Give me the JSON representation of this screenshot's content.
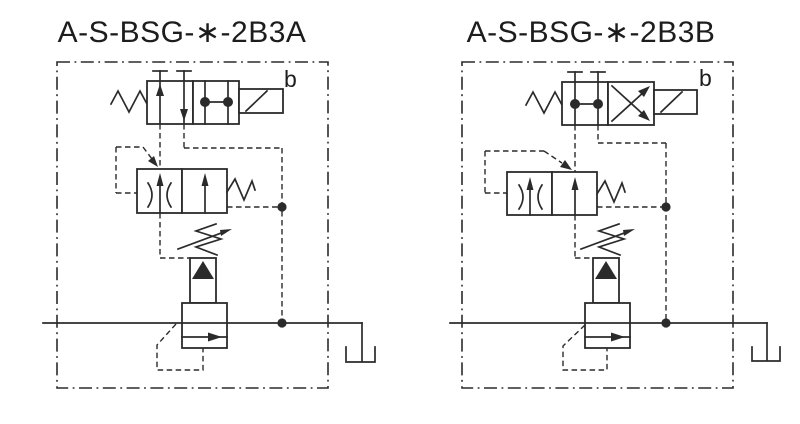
{
  "page": {
    "background": "#ffffff",
    "line_color": "#2b2b2b",
    "description_type": "hydraulic-circuit-schematic"
  },
  "diagrams": [
    {
      "title": "A-S-BSG-∗-2B3A",
      "solenoid_label": "b"
    },
    {
      "title": "A-S-BSG-∗-2B3B",
      "solenoid_label": "b"
    }
  ]
}
